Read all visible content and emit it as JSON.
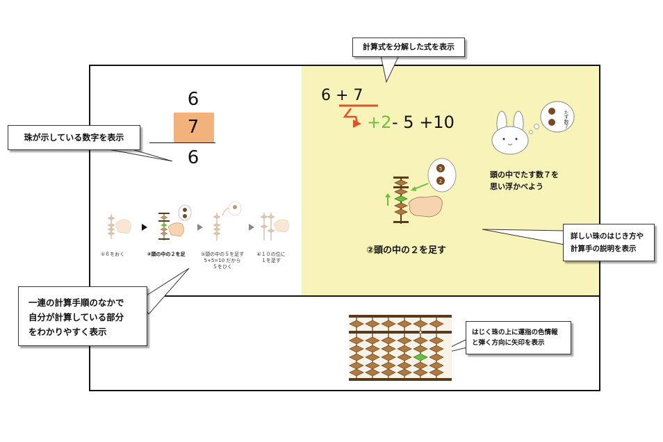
{
  "callouts": {
    "formula": "計算式を分解した式を表示",
    "bead_number": "珠が示している数字を表示",
    "detail": [
      "詳しい珠のはじき方や",
      "計算手の説明を表示"
    ],
    "sequence": [
      "一連の計算手順のなかで",
      "自分が計算している部分",
      "をわかりやすく表示"
    ],
    "bead_arrow": [
      "はじく珠の上に運指の色情報",
      "と弾く方向に矢印を表示"
    ]
  },
  "numbers": {
    "top": "6",
    "middle": "7",
    "bottom": "6"
  },
  "formula": {
    "line1": "6 + 7",
    "plus2": "+2",
    "rest": "- 5 +10"
  },
  "hint": {
    "line1": "頭の中でたす数７を",
    "line2": "思い浮かべよう",
    "bubble_text": "たす数７"
  },
  "step_title": "②頭の中の２を足す",
  "steps": [
    {
      "label": [
        "①６をおく"
      ]
    },
    {
      "label": [
        "②頭の中の２を足"
      ]
    },
    {
      "label": [
        "③頭の中の５を足す",
        "5+5=10 だから",
        "５をひく"
      ]
    },
    {
      "label": [
        "④１０の位に",
        "１を足す"
      ]
    }
  ],
  "icons": {
    "badge5": "5",
    "badge2": "2"
  },
  "colors": {
    "highlight": "#f2b27b",
    "yellow_panel": "#f8f3b8",
    "green": "#6cbf3a",
    "red_arrow": "#e0502a",
    "bead_brown": "#b07a3e"
  }
}
